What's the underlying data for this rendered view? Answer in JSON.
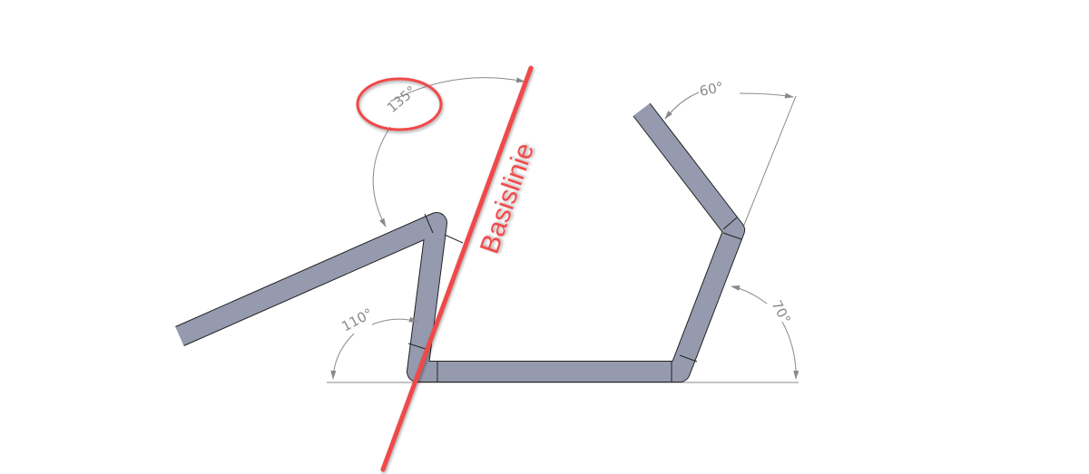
{
  "diagram": {
    "angles": {
      "a135": "135°",
      "a110": "110°",
      "a60": "60°",
      "a70": "70°"
    },
    "baseline_label": "Basislinie",
    "colors": {
      "sheet": "#959aae",
      "annotation": "#f04848",
      "dimension": "#8a8a8a"
    }
  }
}
